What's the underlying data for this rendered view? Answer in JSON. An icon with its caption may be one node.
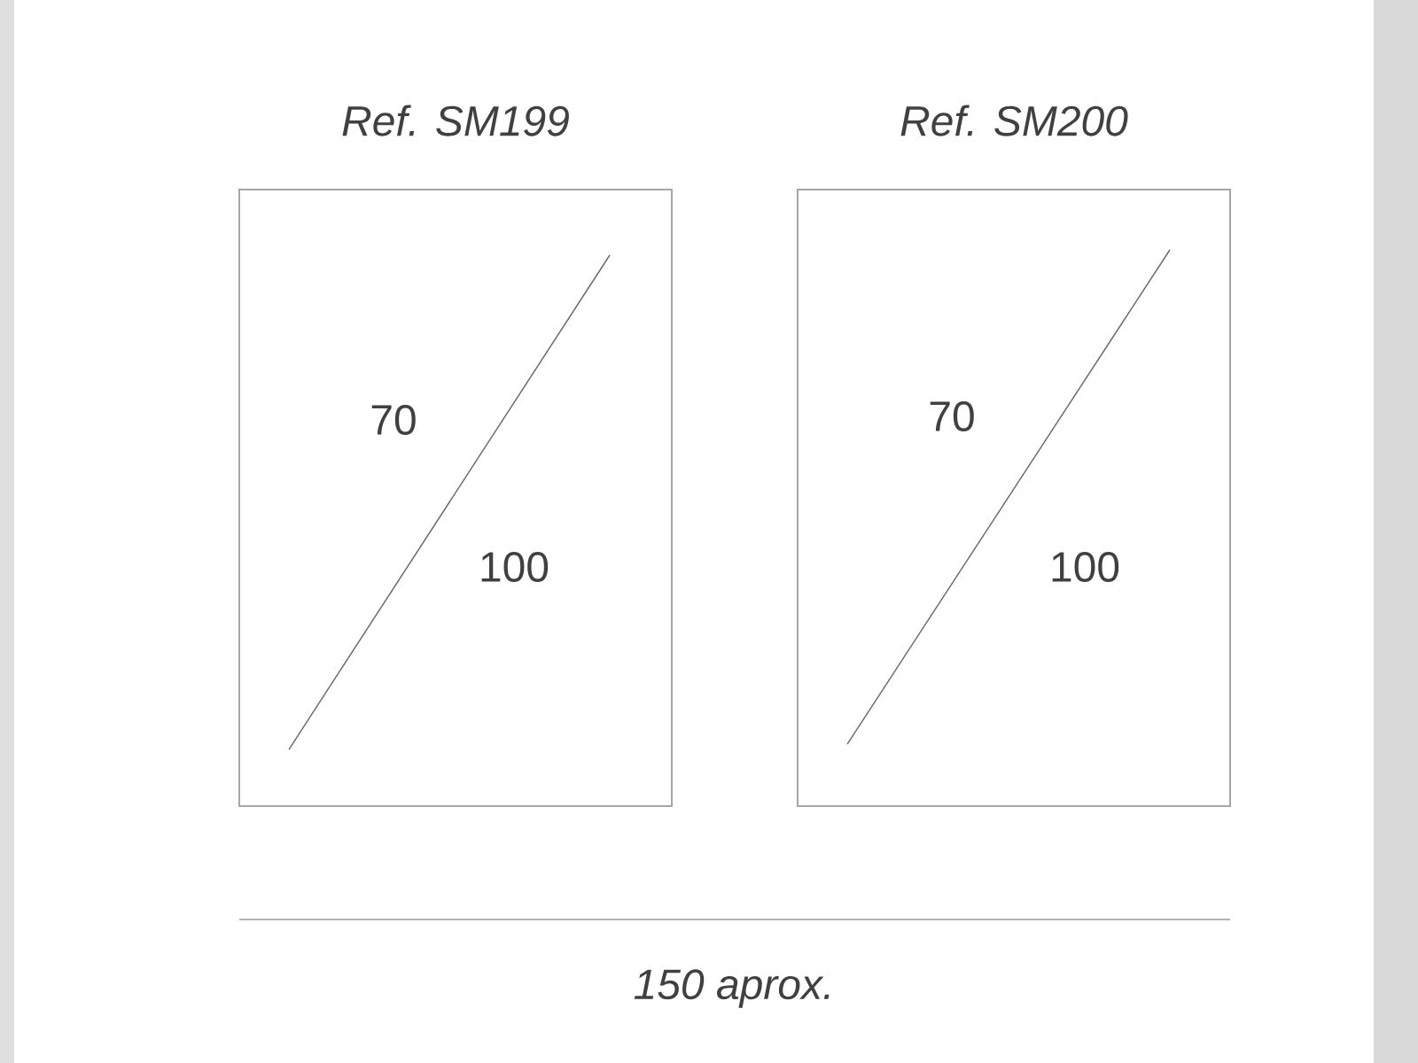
{
  "diagram": {
    "nodes": [
      {
        "text": [
          "Ref. SM199"
        ]
      },
      {
        "text": [
          "Ref. SM200"
        ]
      }
    ],
    "labels": [
      "70",
      "100",
      "70",
      "100",
      "150 aprox."
    ]
  }
}
